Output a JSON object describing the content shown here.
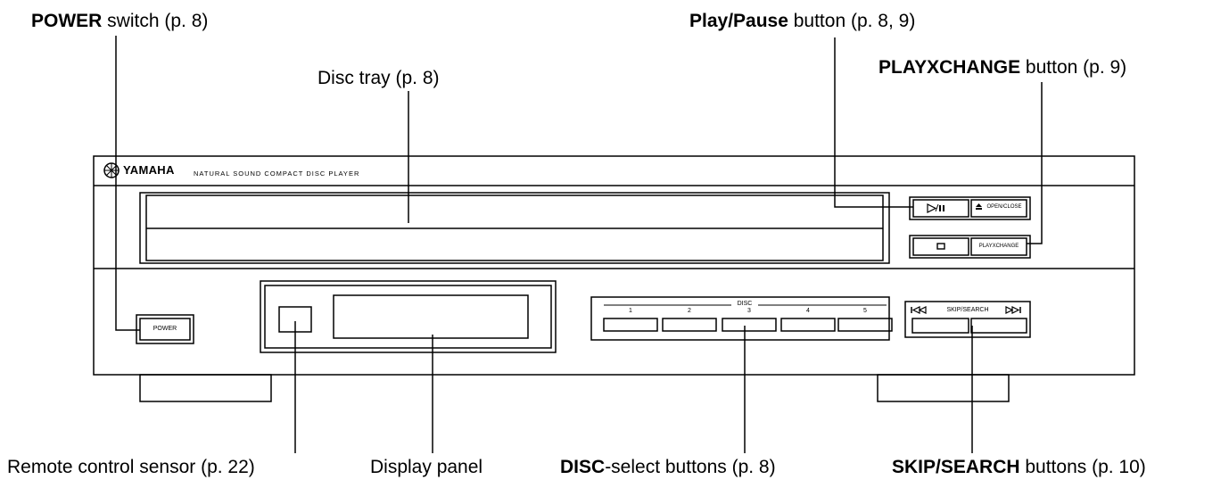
{
  "callouts": {
    "power_bold": "POWER",
    "power_rest": " switch (p. 8)",
    "disc_tray": "Disc tray (p. 8)",
    "play_bold": "Play/Pause",
    "play_rest": " button (p. 8, 9)",
    "playx_bold": "PLAYXCHANGE",
    "playx_rest": " button (p. 9)",
    "remote_sensor": "Remote control sensor (p. 22)",
    "display_panel": "Display panel",
    "disc_bold": "DISC",
    "disc_rest": "-select buttons (p. 8)",
    "skip_bold": "SKIP/SEARCH",
    "skip_rest": " buttons (p. 10)"
  },
  "device": {
    "brand": "YAMAHA",
    "model_text": "NATURAL SOUND COMPACT DISC PLAYER",
    "power_label": "POWER",
    "open_close_label": "OPEN/CLOSE",
    "playxchange_label": "PLAYXCHANGE",
    "disc_group_label": "DISC",
    "disc_numbers": [
      "1",
      "2",
      "3",
      "4",
      "5"
    ],
    "skip_label": "SKIP/SEARCH"
  },
  "icons": [
    "yamaha-logo-icon",
    "play-pause-icon",
    "eject-icon",
    "stop-icon",
    "skip-back-icon",
    "skip-forward-icon"
  ]
}
